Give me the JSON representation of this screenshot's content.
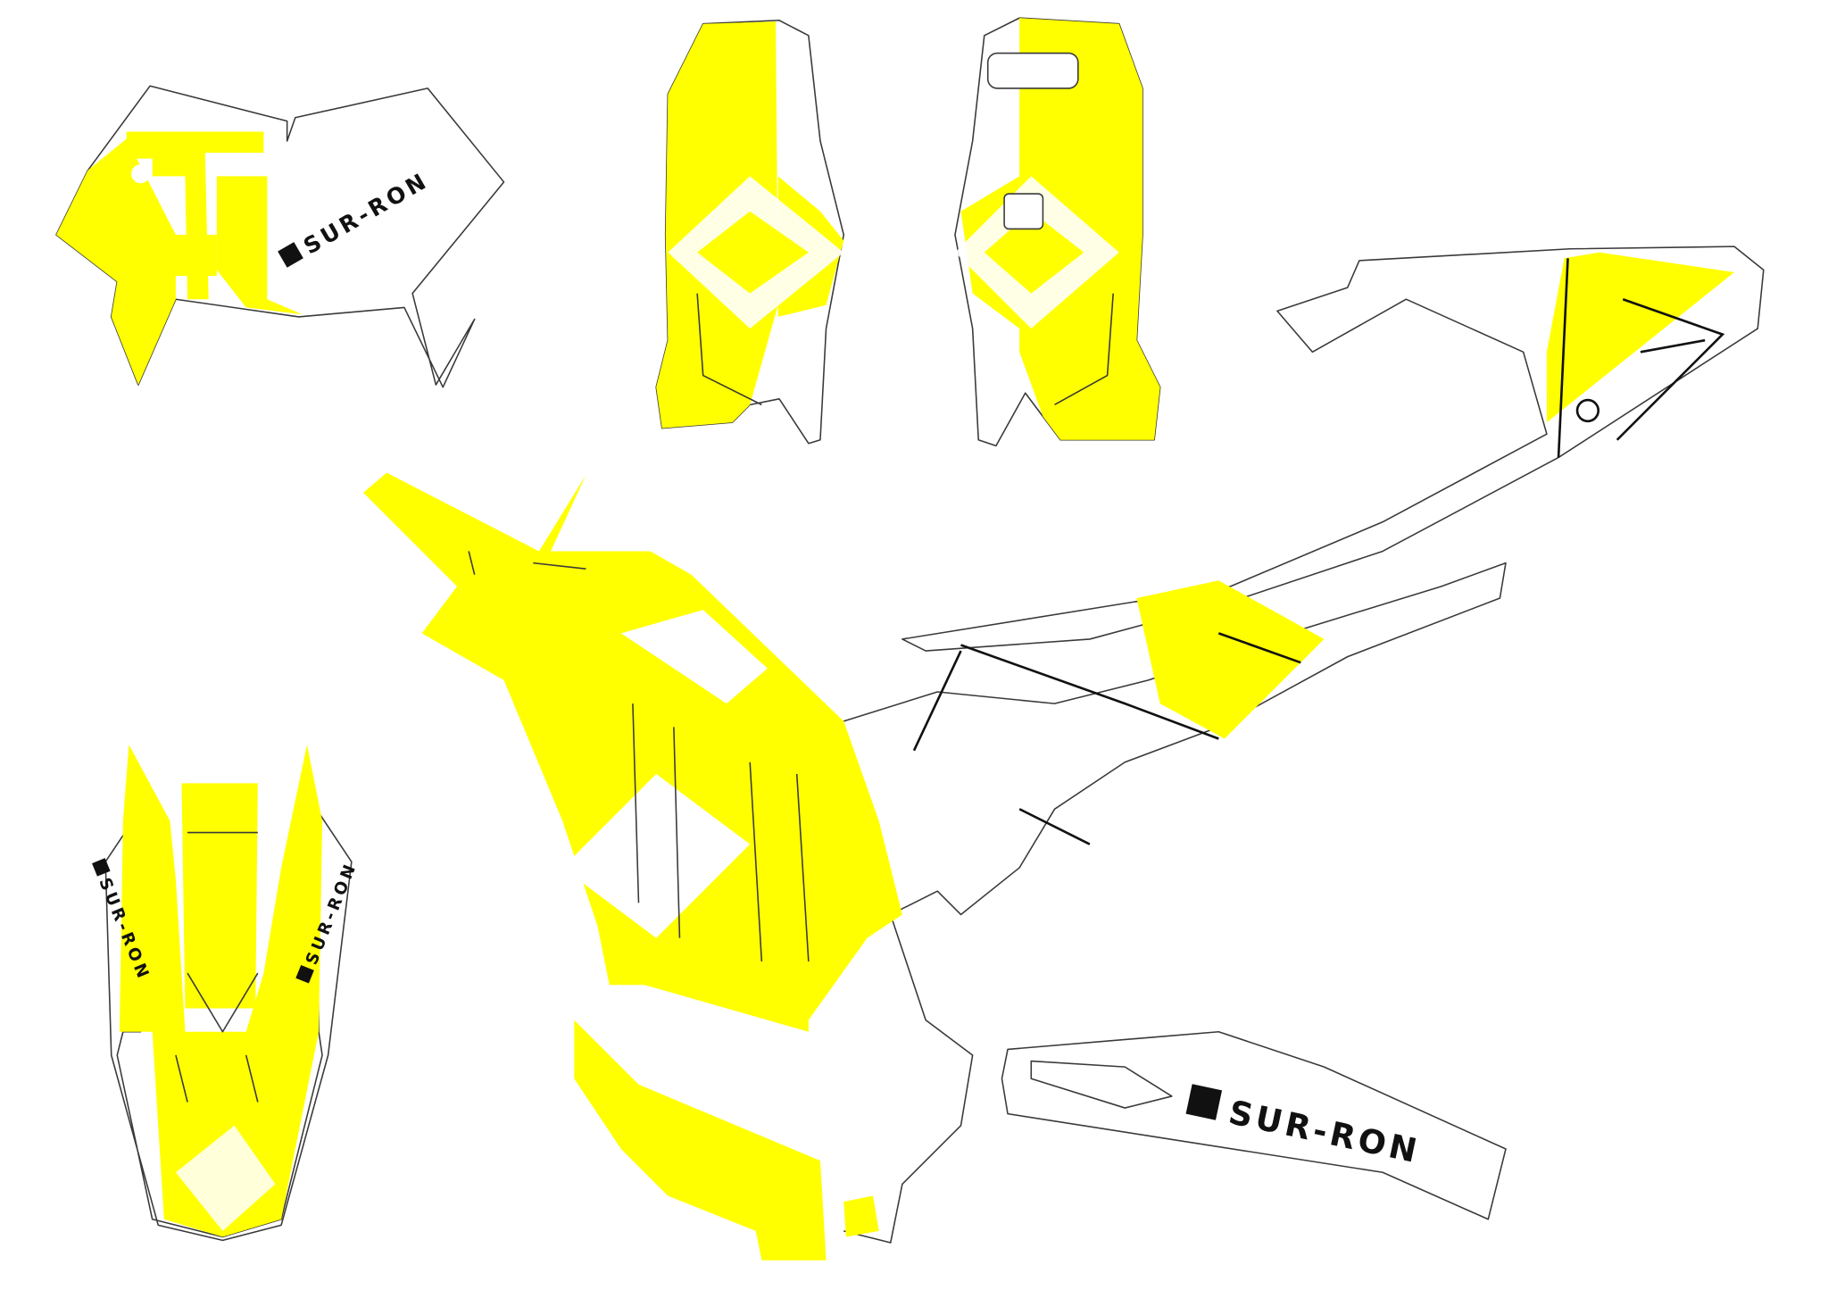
{
  "colors": {
    "accent_yellow": "#FFFF00",
    "outline": "#3a3a3a",
    "logo_black": "#111111",
    "background": "#ffffff"
  },
  "logos": {
    "headlight_logo": "SUR-RON",
    "shroud_left_logo": "SUR-RON",
    "shroud_right_logo": "SUR-RON",
    "swingarm_logo": "SUR-RON"
  }
}
